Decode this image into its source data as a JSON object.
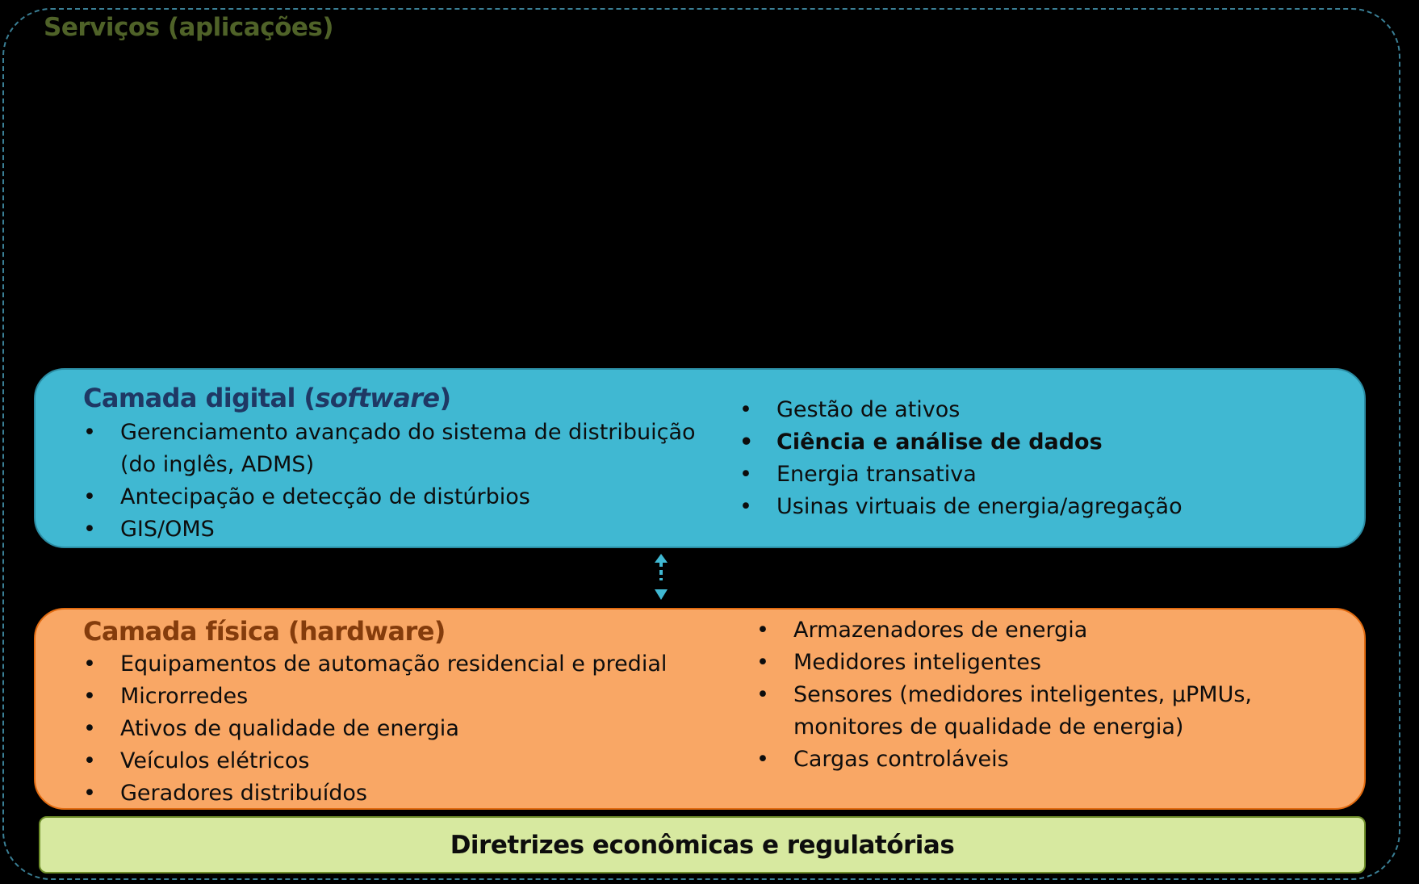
{
  "services": {
    "title": "Serviços (aplicações)"
  },
  "digital_layer": {
    "title_main": "Camada digital (",
    "title_emph": "software",
    "title_end": ")",
    "left_items": [
      "Gerenciamento avançado do sistema de distribuição (do inglês, ADMS)",
      "Antecipação e detecção de distúrbios",
      "GIS/OMS"
    ],
    "right_items": [
      "Gestão de ativos",
      "Ciência e análise de dados",
      "Energia transativa",
      "Usinas virtuais de energia/agregação"
    ],
    "bullet": "•"
  },
  "physical_layer": {
    "title": "Camada física (hardware)",
    "left_items": [
      "Equipamentos de automação residencial e predial",
      "Microrredes",
      "Ativos de qualidade de energia",
      "Veículos elétricos",
      "Geradores distribuídos"
    ],
    "right_items": [
      "Armazenadores de energia",
      "Medidores inteligentes",
      "Sensores (medidores inteligentes, µPMUs, monitores de qualidade de energia)",
      "Cargas controláveis"
    ],
    "bullet": "•"
  },
  "guidelines": {
    "label": "Diretrizes econômicas e regulatórias"
  },
  "colors": {
    "digital_fill": "#40b8d2",
    "physical_fill": "#f9a765",
    "guidelines_fill": "#d7e9a0",
    "connector": "#40b8d2"
  }
}
